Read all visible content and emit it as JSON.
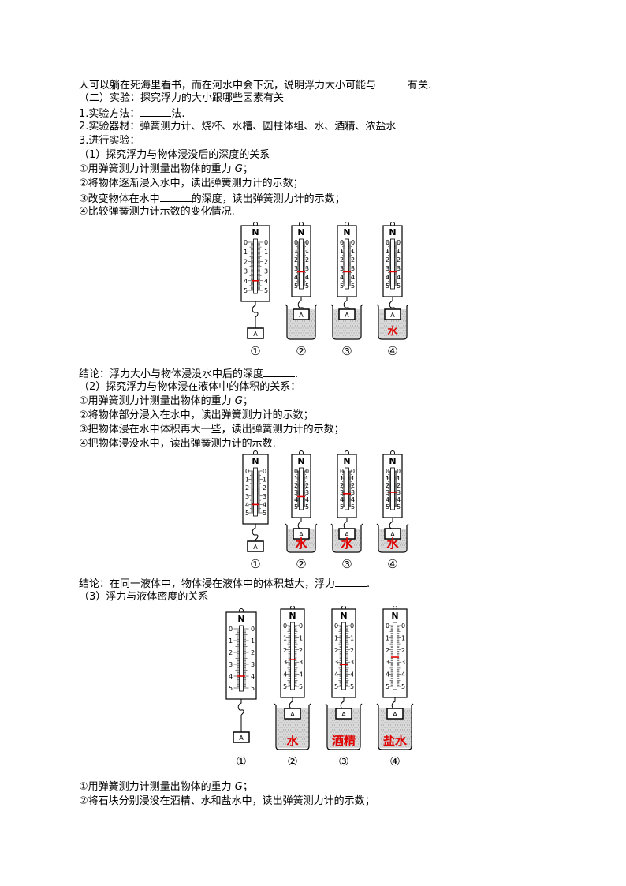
{
  "lines": [
    {
      "before": "人可以躺在死海里看书，而在河水中会下沉，说明浮力大小可能与",
      "after": "有关."
    },
    {
      "text": "（二）实验：探究浮力的大小跟哪些因素有关"
    },
    {
      "before": "1.实验方法：",
      "after": "法."
    },
    {
      "text": "2.实验器材：弹簧测力计、烧杯、水槽、圆柱体组、水、酒精、浓盐水"
    },
    {
      "text": "3.进行实验："
    },
    {
      "text": "（1）探究浮力与物体浸没后的深度的关系"
    },
    {
      "before": "①用弹簧测力计测量出物体的重力 ",
      "italic": "G",
      "after": "；"
    },
    {
      "text": "②将物体逐渐浸入水中，读出弹簧测力计的示数；"
    },
    {
      "before": "③改变物体在水中",
      "after": "的深度，读出弹簧测力计的示数；"
    },
    {
      "text": "④比较弹簧测力计示数的变化情况."
    },
    {
      "before": "结论：浮力大小与物体浸没水中后的深度",
      "after": "."
    },
    {
      "text": "（2）探究浮力与物体浸在液体中的体积的关系："
    },
    {
      "before": "①用弹簧测力计测量出物体的重力 ",
      "italic": "G",
      "after": "；"
    },
    {
      "text": "②将物体部分浸入在水中，读出弹簧测力计的示数；"
    },
    {
      "text": "③把物体浸在水中体积再大一些，读出弹簧测力计的示数；"
    },
    {
      "text": "④把物体浸没水中，读出弹簧测力计的示数."
    },
    {
      "before": "结论：在同一液体中，物体浸在液体中的体积越大，浮力",
      "after": "."
    },
    {
      "text": "（3）浮力与液体密度的关系"
    },
    {
      "before": "①用弹簧测力计测量出物体的重力 ",
      "italic": "G",
      "after": "；"
    },
    {
      "text": "②将石块分别浸没在酒精、水和盐水中，读出弹簧测力计的示数；"
    }
  ],
  "figure_labels": {
    "unit": "N",
    "scale": [
      "0",
      "1",
      "2",
      "3",
      "4",
      "5"
    ],
    "block": "A",
    "numbers": [
      "①",
      "②",
      "③",
      "④"
    ]
  },
  "figures": [
    {
      "readings": [
        4,
        3.4,
        3.4,
        3.4
      ],
      "liquids": [
        "",
        "",
        "",
        "水"
      ]
    },
    {
      "readings": [
        4,
        3.6,
        3.2,
        3
      ],
      "liquids": [
        "",
        "水",
        "水",
        "水"
      ]
    },
    {
      "readings": [
        4,
        2.8,
        3.2,
        2.6
      ],
      "liquids": [
        "",
        "水",
        "酒精",
        "盐水"
      ]
    }
  ]
}
